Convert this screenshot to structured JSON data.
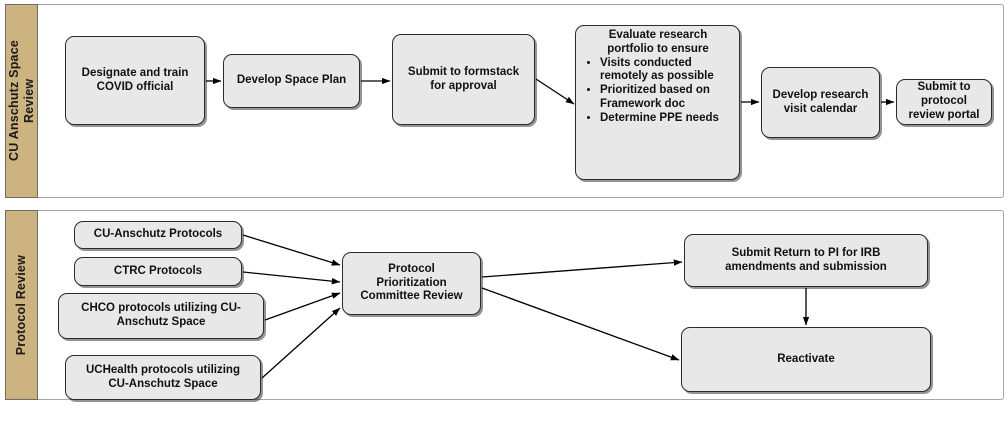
{
  "diagram": {
    "title": "CU Anschutz research restart swimlane flowchart",
    "background": "#ffffff",
    "lane_header_color": "#cdb380",
    "node_fill_color": "#e8e8e8",
    "node_border_color": "#2b2b2b",
    "connector_color": "#000000"
  },
  "lanes": [
    {
      "id": "lane-space-review",
      "label": "CU Anschutz Space\nReview",
      "nodes": [
        {
          "id": "designate-train-covid-official",
          "label": "Designate and train\nCOVID official"
        },
        {
          "id": "develop-space-plan",
          "label": "Develop Space Plan"
        },
        {
          "id": "submit-to-formstack",
          "label": "Submit to formstack\nfor approval"
        },
        {
          "id": "evaluate-research-portfolio",
          "heading": "Evaluate research\nportfolio to ensure",
          "bullets": [
            "Visits conducted remotely as possible",
            "Prioritized based on Framework doc",
            "Determine PPE needs"
          ]
        },
        {
          "id": "develop-research-visit-calendar",
          "label": "Develop research\nvisit calendar"
        },
        {
          "id": "submit-to-protocol-review-portal",
          "label": "Submit to\nprotocol\nreview portal"
        }
      ]
    },
    {
      "id": "lane-protocol-review",
      "label": "Protocol Review",
      "nodes": [
        {
          "id": "cu-anschutz-protocols",
          "label": "CU-Anschutz Protocols"
        },
        {
          "id": "ctrc-protocols",
          "label": "CTRC Protocols"
        },
        {
          "id": "chco-protocols",
          "label": "CHCO protocols utilizing CU-\nAnschutz Space"
        },
        {
          "id": "uchealth-protocols",
          "label": "UCHealth protocols utilizing\nCU-Anschutz Space"
        },
        {
          "id": "protocol-prioritization-committee-review",
          "label": "Protocol\nPrioritization\nCommittee Review"
        },
        {
          "id": "submit-return-to-pi",
          "label": "Submit Return to PI for IRB\namendments and submission"
        },
        {
          "id": "reactivate",
          "label": "Reactivate"
        }
      ]
    }
  ],
  "edges": [
    {
      "from": "designate-train-covid-official",
      "to": "develop-space-plan"
    },
    {
      "from": "develop-space-plan",
      "to": "submit-to-formstack"
    },
    {
      "from": "submit-to-formstack",
      "to": "evaluate-research-portfolio"
    },
    {
      "from": "evaluate-research-portfolio",
      "to": "develop-research-visit-calendar"
    },
    {
      "from": "develop-research-visit-calendar",
      "to": "submit-to-protocol-review-portal"
    },
    {
      "from": "cu-anschutz-protocols",
      "to": "protocol-prioritization-committee-review"
    },
    {
      "from": "ctrc-protocols",
      "to": "protocol-prioritization-committee-review"
    },
    {
      "from": "chco-protocols",
      "to": "protocol-prioritization-committee-review"
    },
    {
      "from": "uchealth-protocols",
      "to": "protocol-prioritization-committee-review"
    },
    {
      "from": "protocol-prioritization-committee-review",
      "to": "submit-return-to-pi"
    },
    {
      "from": "protocol-prioritization-committee-review",
      "to": "reactivate"
    },
    {
      "from": "submit-return-to-pi",
      "to": "reactivate"
    }
  ]
}
